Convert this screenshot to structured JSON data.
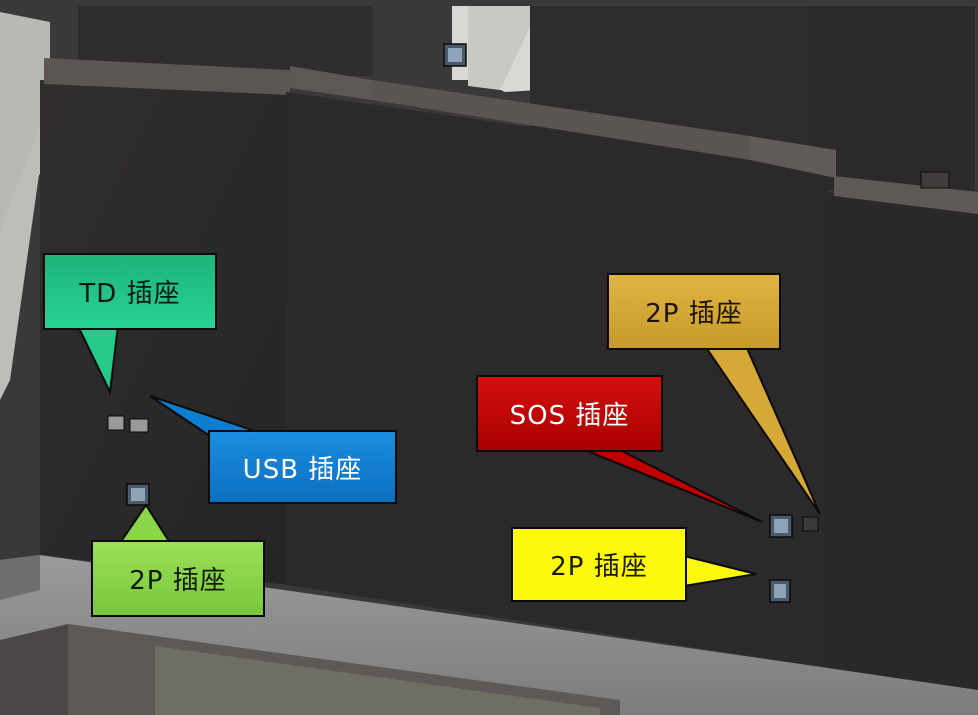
{
  "callouts": {
    "td": {
      "label": "TD 插座",
      "color": "#27d393"
    },
    "usb": {
      "label": "USB 插座",
      "color": "#0c7fd4"
    },
    "two_p_green": {
      "label": "2P 插座",
      "color": "#8ad64a"
    },
    "two_p_gold": {
      "label": "2P 插座",
      "color": "#d6a936"
    },
    "sos": {
      "label": "SOS 插座",
      "color": "#c00000"
    },
    "two_p_yellow": {
      "label": "2P 插座",
      "color": "#fbf80c"
    }
  },
  "colors": {
    "wall": "#2b2929",
    "wall_cap": "#5a5552",
    "floor": "#8f8f8f",
    "outlet": "#5a6f85"
  }
}
